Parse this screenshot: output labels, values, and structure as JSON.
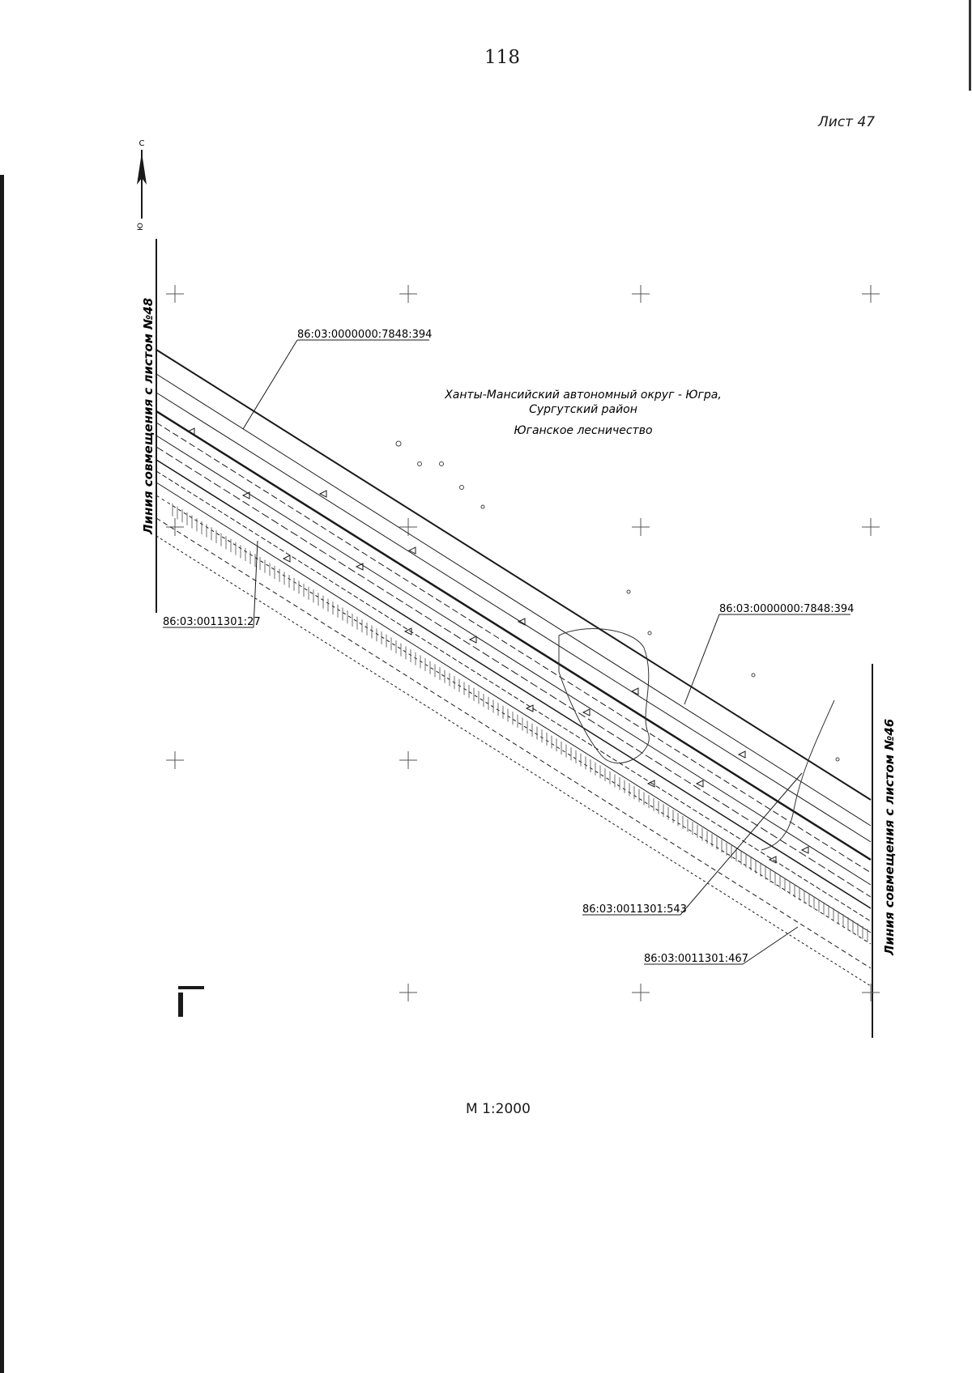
{
  "page_number": "118",
  "sheet_label": "Лист 47",
  "scale": "М 1:2000",
  "region": {
    "line1": "Ханты-Мансийский автономный округ - Югра,",
    "line2": "Сургутский район",
    "line3": "Юганское лесничество"
  },
  "match_lines": {
    "left": "Линия совмещения с листом №48",
    "right": "Линия совмещения с листом №46"
  },
  "north_arrow": {
    "top_letter": "С",
    "bottom_letter": "Ю"
  },
  "cadastral_labels": [
    {
      "id": "top",
      "text": "86:03:0000000:7848:394"
    },
    {
      "id": "mid-right",
      "text": "86:03:0000000:7848:394"
    },
    {
      "id": "left",
      "text": "86:03:0011301:27"
    },
    {
      "id": "bottom-1",
      "text": "86:03:0011301:543"
    },
    {
      "id": "bottom-2",
      "text": "86:03:0011301:467"
    }
  ],
  "colors": {
    "ink": "#1a1a1a",
    "paper": "#ffffff",
    "hatch": "#555555"
  }
}
